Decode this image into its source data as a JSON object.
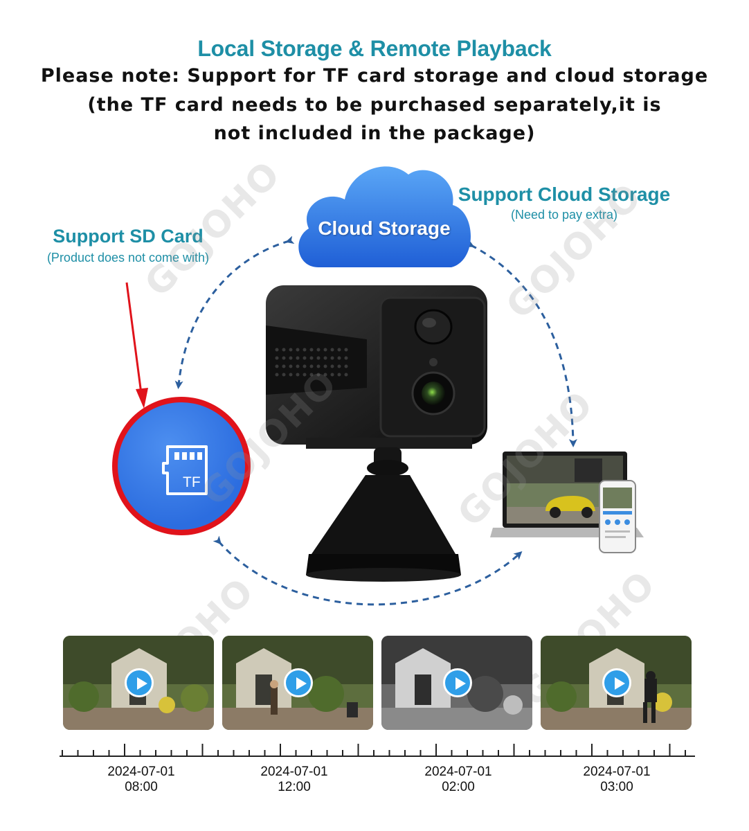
{
  "header": {
    "title": "Local Storage & Remote Playback",
    "note_line1": "Please note: Support for TF card storage and cloud storage",
    "note_line2": "(the TF card needs to be purchased separately,it is",
    "note_line3": "not included in the package)"
  },
  "sd_card": {
    "title": "Support SD Card",
    "subtitle": "(Product does not come with)",
    "card_label": "TF",
    "icon": "sd-card-icon"
  },
  "cloud": {
    "label": "Cloud Storage",
    "title": "Support Cloud Storage",
    "subtitle": "(Need to pay extra)",
    "icon": "cloud-icon"
  },
  "watermark": "GOJOHO",
  "colors": {
    "teal": "#1e8fa6",
    "arrow_blue": "#2c5f9e",
    "red": "#e0131b",
    "circle_blue": "#2f73e6",
    "play_blue": "#2f9ee8"
  },
  "timeline": [
    {
      "date": "2024-07-01",
      "time": "08:00",
      "mode": "color"
    },
    {
      "date": "2024-07-01",
      "time": "12:00",
      "mode": "color"
    },
    {
      "date": "2024-07-01",
      "time": "02:00",
      "mode": "night"
    },
    {
      "date": "2024-07-01",
      "time": "03:00",
      "mode": "color"
    }
  ]
}
